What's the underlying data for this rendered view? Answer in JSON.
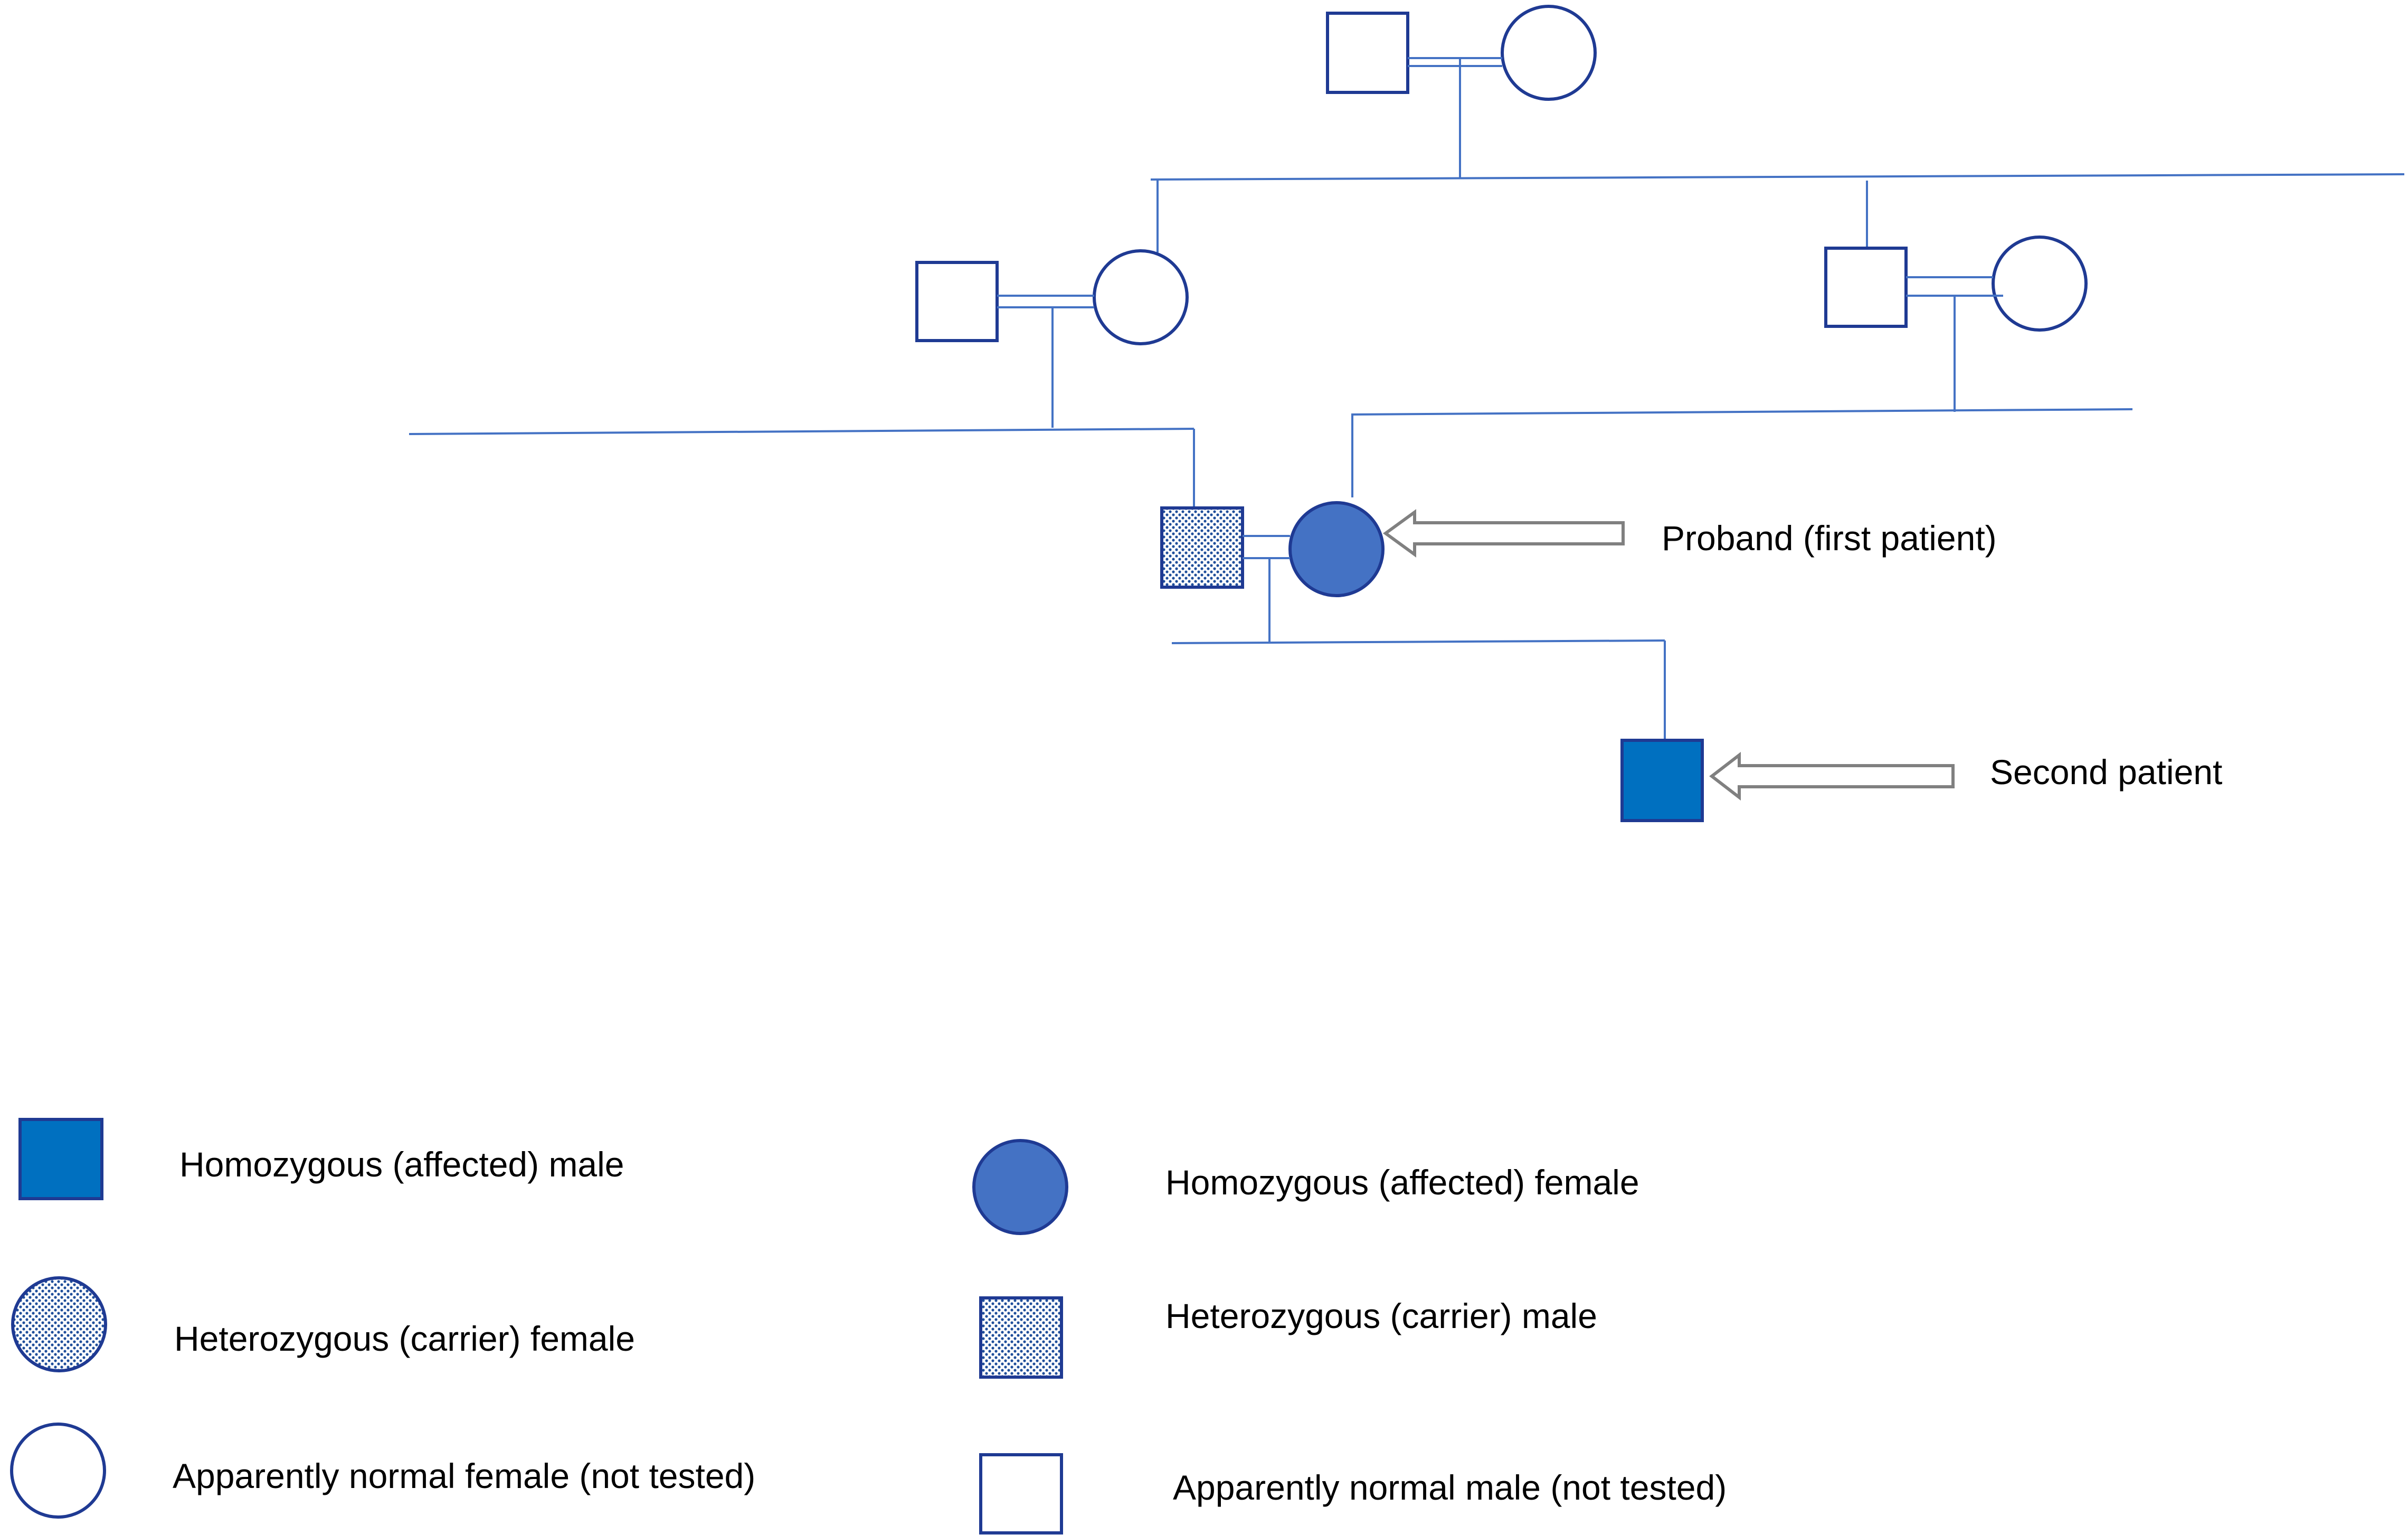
{
  "colors": {
    "line": "#4472C4",
    "outline": "#1F3A93",
    "affected_male": "#0070C0",
    "affected_female": "#4472C4",
    "carrier_dots": "#1F4E9A",
    "arrow": "#808080"
  },
  "annotations": {
    "proband": "Proband (first patient)",
    "second_patient": "Second patient"
  },
  "legend": {
    "homozygous_male": "Homozygous (affected) male",
    "homozygous_female": "Homozygous (affected) female",
    "heterozygous_female": "Heterozygous (carrier) female",
    "heterozygous_male": "Heterozygous (carrier) male",
    "normal_female": "Apparently normal female (not tested)",
    "normal_male": "Apparently normal male (not tested)"
  }
}
